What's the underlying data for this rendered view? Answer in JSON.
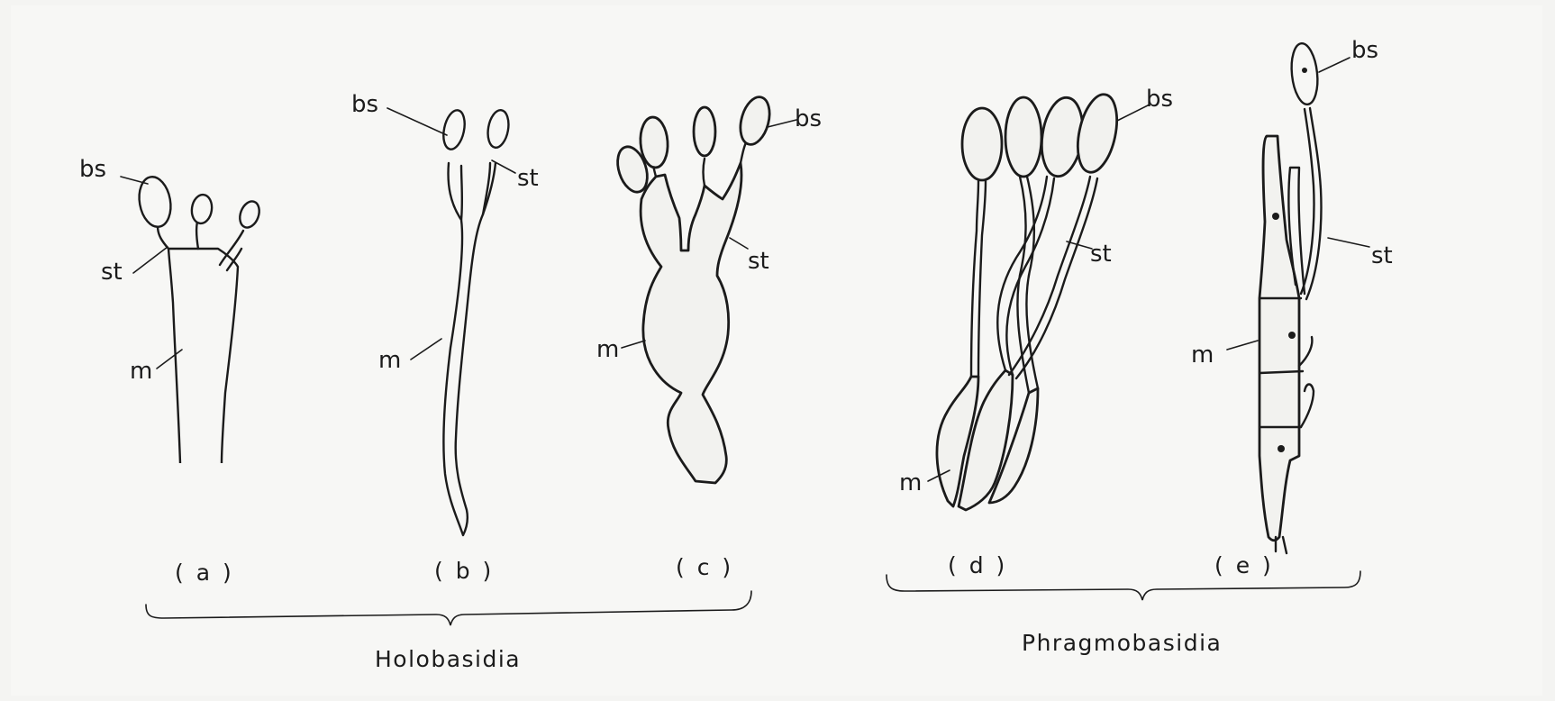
{
  "labels": {
    "bs": "bs",
    "st": "st",
    "m": "m"
  },
  "captions": {
    "a": "( a )",
    "b": "( b )",
    "c": "( c )",
    "d": "( d )",
    "e": "( e )"
  },
  "groups": {
    "holobasidia": "Holobasidia",
    "phragmobasidia": "Phragmobasidia"
  }
}
